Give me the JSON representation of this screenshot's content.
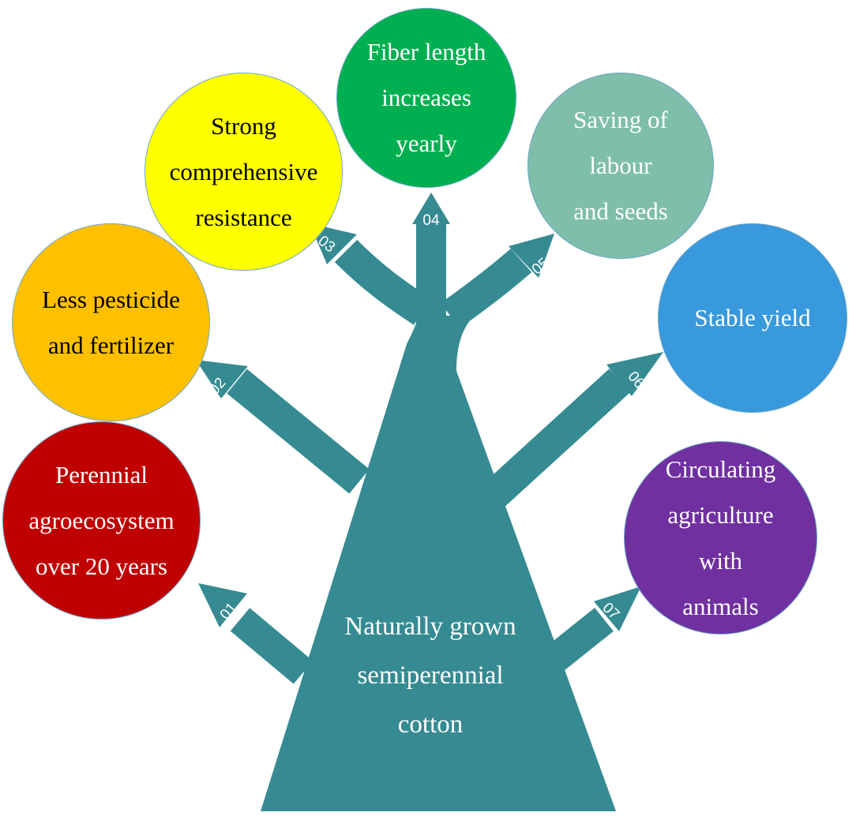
{
  "trunk_color": "#368b92",
  "center_label": [
    "Naturally grown",
    "semiperennial",
    "cotton"
  ],
  "branches": [
    {
      "num": "01",
      "lines": [
        "Perennial",
        "agroecosystem",
        "over 20 years"
      ],
      "color": "#c00000",
      "text_color": "#ffffff"
    },
    {
      "num": "02",
      "lines": [
        "Less pesticide",
        "and fertilizer"
      ],
      "color": "#ffc000",
      "text_color": "#000000"
    },
    {
      "num": "03",
      "lines": [
        "Strong",
        "comprehensive",
        "resistance"
      ],
      "color": "#ffff00",
      "text_color": "#000000"
    },
    {
      "num": "04",
      "lines": [
        "Fiber length",
        "increases yearly"
      ],
      "color": "#00b050",
      "text_color": "#ffffff"
    },
    {
      "num": "05",
      "lines": [
        "Saving of labour",
        "and seeds"
      ],
      "color": "#7ebeaa",
      "text_color": "#ffffff"
    },
    {
      "num": "06",
      "lines": [
        "Stable yield"
      ],
      "color": "#3899dc",
      "text_color": "#ffffff"
    },
    {
      "num": "07",
      "lines": [
        "Circulating",
        "agriculture with",
        "animals"
      ],
      "color": "#7030a0",
      "text_color": "#ffffff"
    }
  ]
}
